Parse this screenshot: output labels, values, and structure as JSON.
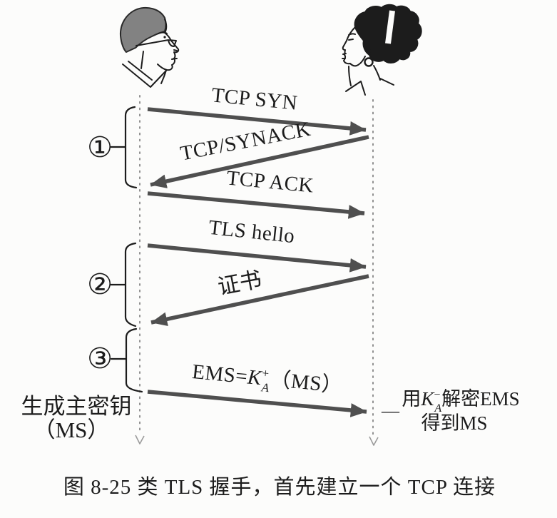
{
  "figure": {
    "caption": "图 8-25  类 TLS 握手，首先建立一个 TCP 连接"
  },
  "actors": {
    "client_icon": "man-profile-icon",
    "server_icon": "woman-profile-icon"
  },
  "steps": [
    {
      "number": "①"
    },
    {
      "number": "②"
    },
    {
      "number": "③"
    }
  ],
  "messages": [
    {
      "label": "TCP SYN",
      "from": "client",
      "to": "server"
    },
    {
      "label": "TCP/SYNACK",
      "from": "server",
      "to": "client"
    },
    {
      "label": "TCP ACK",
      "from": "client",
      "to": "server"
    },
    {
      "label": "TLS hello",
      "from": "client",
      "to": "server"
    },
    {
      "label": "证书",
      "from": "server",
      "to": "client"
    },
    {
      "from": "client",
      "to": "server",
      "parts": {
        "prefix": "EMS=",
        "key": "K",
        "sup": "+",
        "sub": "A",
        "suffix": "（MS）"
      }
    }
  ],
  "annotations": {
    "client": {
      "line1": "生成主密钥",
      "line2": "（MS）"
    },
    "server": {
      "dash": "—",
      "parts": {
        "prefix": "用",
        "key": "K",
        "sup": "−",
        "sub": "A",
        "suffix": "解密EMS"
      },
      "line2": "得到MS"
    }
  },
  "colors": {
    "arrow": "#4f4f4f",
    "text": "#1c1c1c",
    "timeline": "#8f8f8f",
    "client_hair": "#828282",
    "server_hair": "#1c1c1c",
    "background": "#fcfcfb"
  }
}
